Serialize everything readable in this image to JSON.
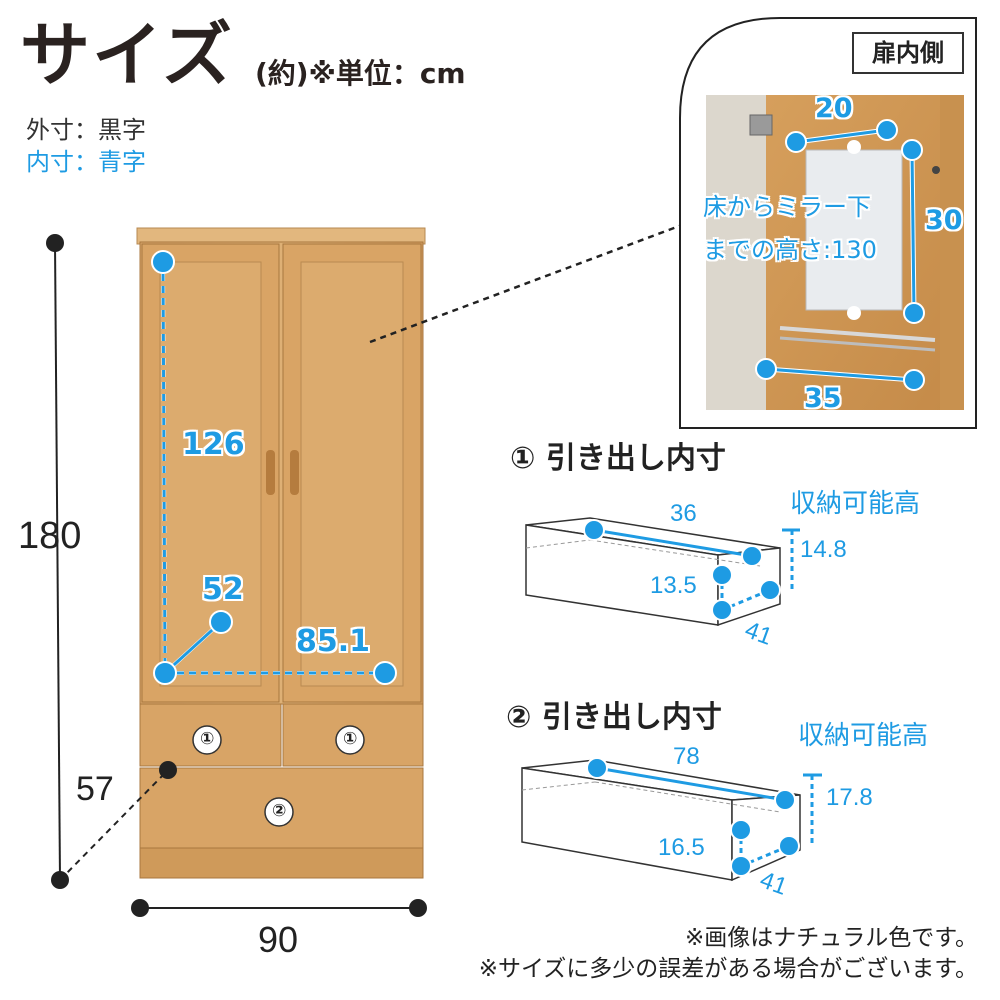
{
  "header": {
    "title": "サイズ",
    "unit_note": "(約)※単位：cm",
    "legend_outer": "外寸：黒字",
    "legend_inner": "内寸：青字"
  },
  "outer_dims": {
    "height": "180",
    "lower_height": "57",
    "width": "90"
  },
  "inner_dims": {
    "hanging_height": "126",
    "depth": "52",
    "width": "85.1"
  },
  "door_inset": {
    "label": "扉内側",
    "mirror_width": "20",
    "mirror_height": "30",
    "mirror_floor_line1": "床からミラー下",
    "mirror_floor_line2": "までの高さ:130",
    "towel_bar_width": "35"
  },
  "drawer1": {
    "badge": "①",
    "title": "引き出し内寸",
    "width": "36",
    "height": "13.5",
    "depth": "41",
    "storage_label": "収納可能高",
    "storage_height": "14.8"
  },
  "drawer2": {
    "badge": "②",
    "title": "引き出し内寸",
    "width": "78",
    "height": "16.5",
    "depth": "41",
    "storage_label": "収納可能高",
    "storage_height": "17.8"
  },
  "notes": [
    "※画像はナチュラル色です。",
    "※サイズに多少の誤差がある場合がございます。"
  ],
  "colors": {
    "accent_blue": "#1e9be3",
    "wood": "#d9a86a",
    "wood_dark": "#b9874c",
    "text_dark": "#2a2220"
  }
}
